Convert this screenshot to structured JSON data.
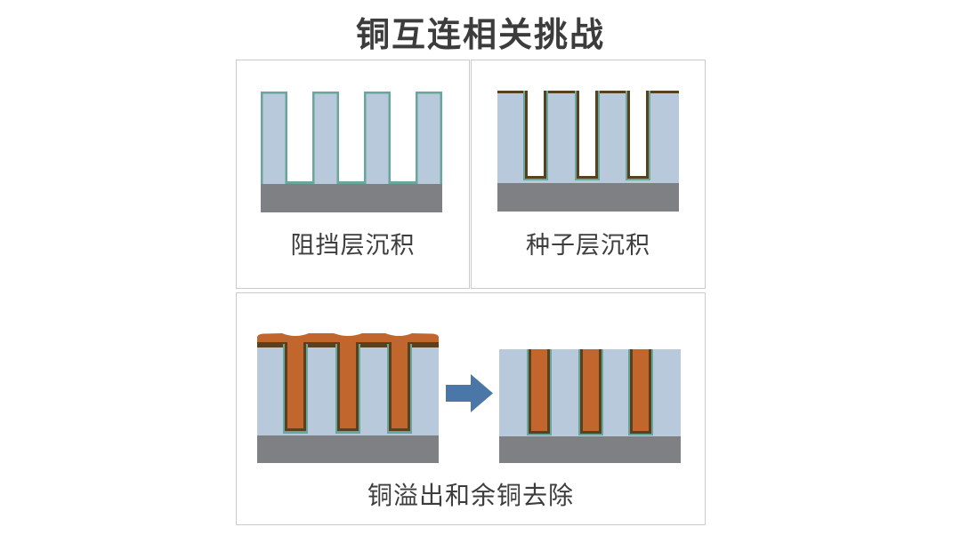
{
  "title": "铜互连相关挑战",
  "panels": {
    "barrier": {
      "label": "阻挡层沉积"
    },
    "seed": {
      "label": "种子层沉积"
    },
    "cmp": {
      "label": "铜溢出和余铜去除"
    }
  },
  "icons": {
    "process_arrow": "arrow-right-icon"
  },
  "colors": {
    "dielectric_blue": "#b8c9dc",
    "substrate_gray": "#7e8083",
    "barrier_teal": "#68a79c",
    "seed_brown": "#59401f",
    "copper_orange": "#c1662d",
    "arrow_blue": "#4a77a7",
    "trench_white": "#ffffff",
    "panel_border": "#cbcbcb",
    "text": "#3c3c3c"
  }
}
